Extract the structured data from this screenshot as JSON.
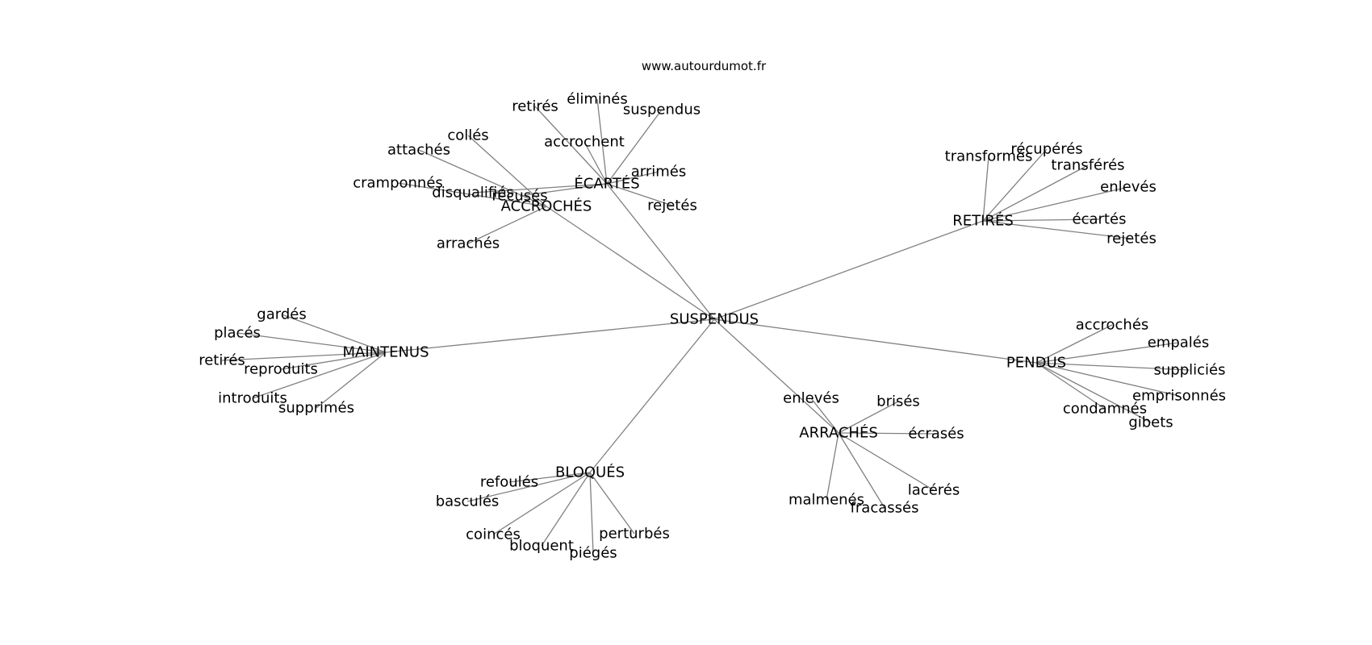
{
  "source_url": "www.autourdumot.fr",
  "colors": {
    "edge": "#808080",
    "text": "#000000",
    "background": "#ffffff"
  },
  "graph": {
    "root": {
      "label": "SUSPENDUS"
    },
    "clusters": [
      {
        "label": "ÉCARTÉS",
        "leaves": [
          "retirés",
          "éliminés",
          "suspendus",
          "accrochent",
          "arrimés",
          "rejetés",
          "récusés",
          "disqualifiés"
        ]
      },
      {
        "label": "ACCROCHÉS",
        "leaves": [
          "collés",
          "attachés",
          "cramponnés",
          "arrachés"
        ]
      },
      {
        "label": "RETIRÉS",
        "leaves": [
          "transformés",
          "récupérés",
          "transférés",
          "enlevés",
          "écartés",
          "rejetés"
        ]
      },
      {
        "label": "MAINTENUS",
        "leaves": [
          "gardés",
          "placés",
          "retirés",
          "reproduits",
          "introduits",
          "supprimés"
        ]
      },
      {
        "label": "PENDUS",
        "leaves": [
          "accrochés",
          "empalés",
          "suppliciés",
          "emprisonnés",
          "condamnés",
          "gibets"
        ]
      },
      {
        "label": "ARRACHÉS",
        "leaves": [
          "enlevés",
          "brisés",
          "écrasés",
          "lacérés",
          "malmenés",
          "fracassés"
        ]
      },
      {
        "label": "BLOQUÉS",
        "leaves": [
          "refoulés",
          "basculés",
          "coincés",
          "bloquent",
          "piégés",
          "perturbés"
        ]
      }
    ]
  }
}
